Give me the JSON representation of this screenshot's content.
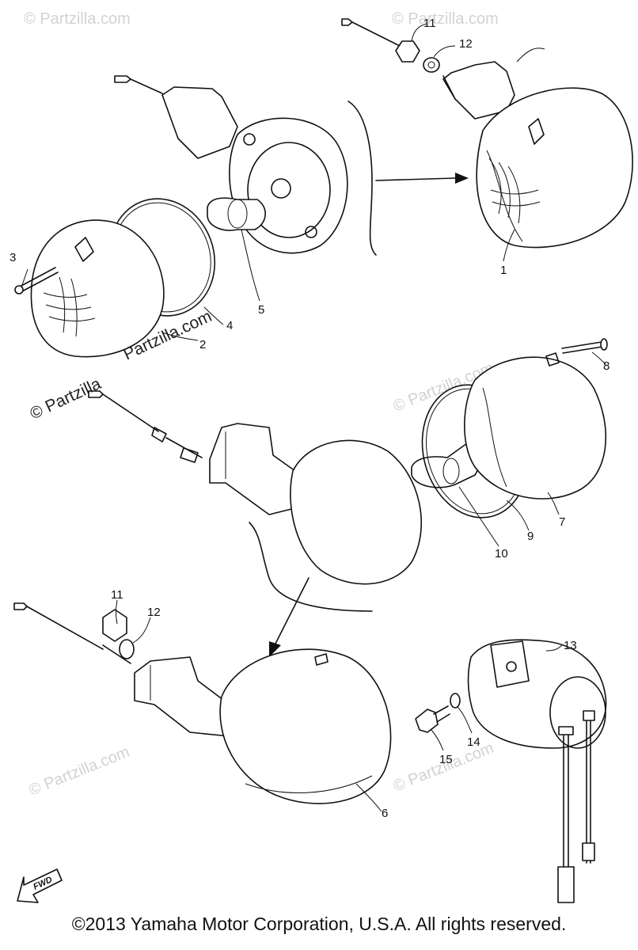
{
  "watermarks": {
    "faint": "© Partzilla.com",
    "dark_top": "Partzilla.com",
    "dark_bottom": "© Partzilla"
  },
  "callouts": {
    "c1": "1",
    "c2": "2",
    "c3": "3",
    "c4": "4",
    "c5": "5",
    "c6": "6",
    "c7": "7",
    "c8": "8",
    "c9": "9",
    "c10": "10",
    "c11a": "11",
    "c12a": "12",
    "c11b": "11",
    "c12b": "12",
    "c13": "13",
    "c14": "14",
    "c15": "15"
  },
  "fwd_label": "FWD",
  "copyright": "©2013 Yamaha Motor Corporation, U.S.A. All rights reserved."
}
